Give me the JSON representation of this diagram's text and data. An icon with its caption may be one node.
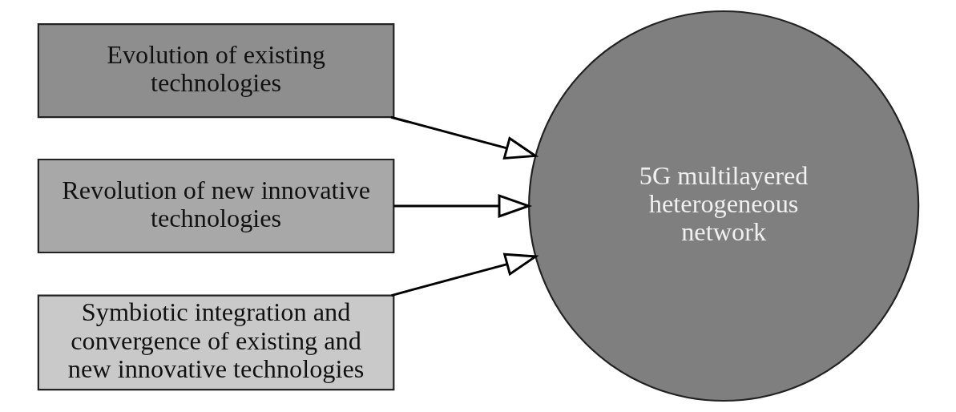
{
  "diagram": {
    "nodes": [
      {
        "text": [
          "Evolution of existing technologies"
        ]
      },
      {
        "text": [
          "Revolution of new innovative technologies"
        ]
      },
      {
        "text": [
          "Symbiotic integration and convergence of existing and new innovative technologies"
        ]
      },
      {
        "text": [
          "5G multilayered heterogeneous network"
        ]
      }
    ],
    "edges": [
      {
        "from": 0,
        "to": 3,
        "arrow": "to"
      },
      {
        "from": 1,
        "to": 3,
        "arrow": "to"
      },
      {
        "from": 2,
        "to": 3,
        "arrow": "to"
      }
    ]
  }
}
